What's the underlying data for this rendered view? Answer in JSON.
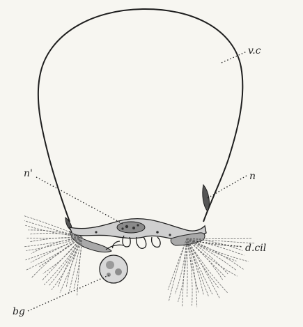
{
  "labels": {
    "vc": "v.c",
    "n": "n",
    "n_prime": "n'",
    "d_cil": "d.cil",
    "bg": "bg"
  },
  "colors": {
    "ink": "#1e1e1e",
    "paper": "#f7f6f1",
    "cilia": "#6a6a6a"
  }
}
